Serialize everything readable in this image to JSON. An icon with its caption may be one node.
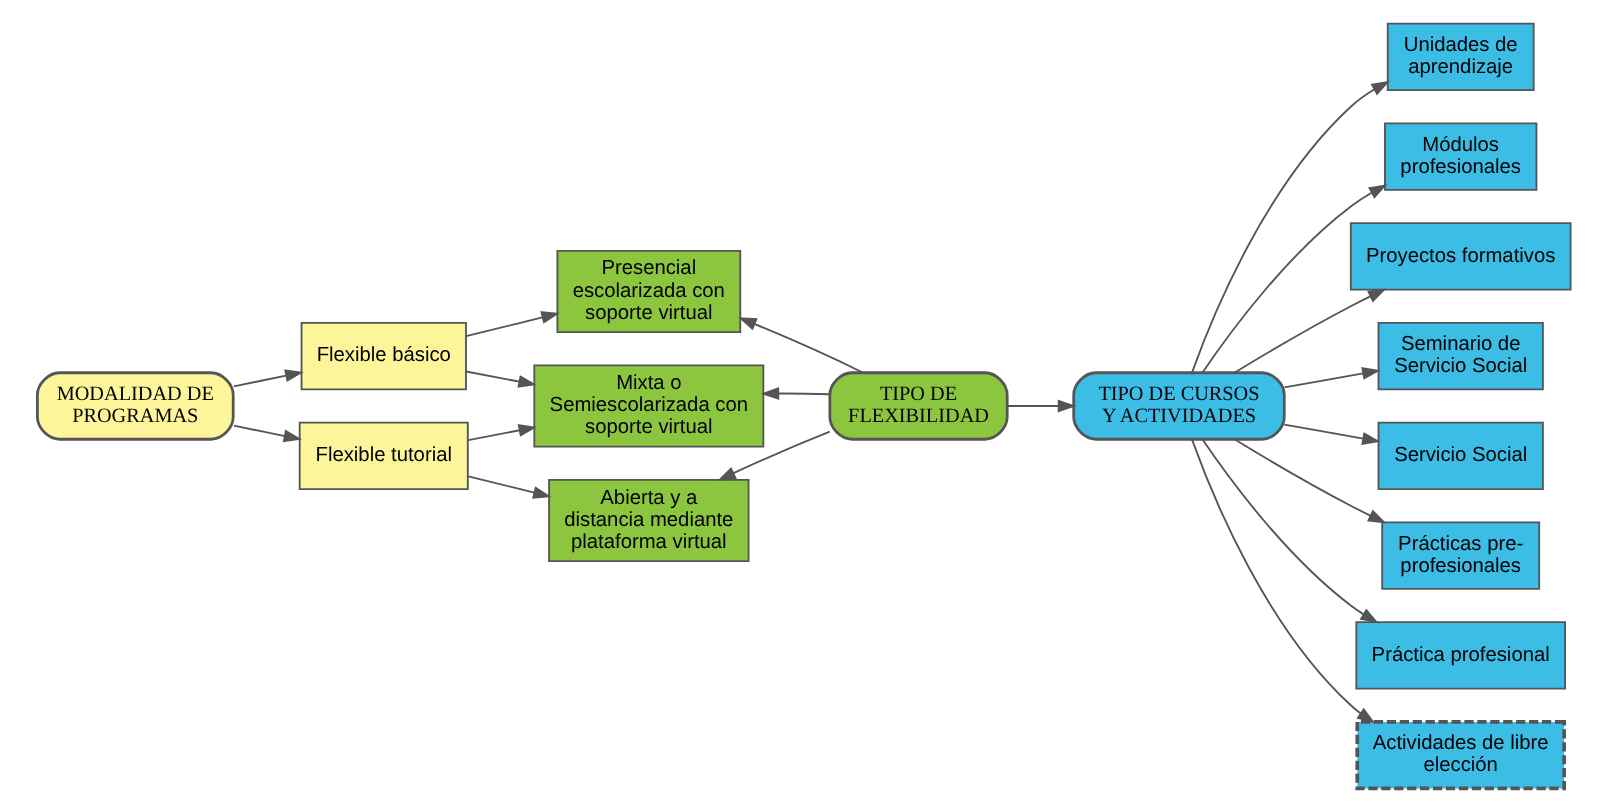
{
  "diagram": {
    "nodes": [
      {
        "text": [
          "MODALIDAD DE PROGRAMAS"
        ]
      },
      {
        "text": [
          "Flexible básico"
        ]
      },
      {
        "text": [
          "Flexible tutorial"
        ]
      },
      {
        "text": [
          "Presencial escolarizada con soporte virtual"
        ]
      },
      {
        "text": [
          "Mixta o Semiescolarizada con soporte virtual"
        ]
      },
      {
        "text": [
          "Abierta y a distancia mediante plataforma virtual"
        ]
      },
      {
        "text": [
          "TIPO DE FLEXIBILIDAD"
        ]
      },
      {
        "text": [
          "TIPO DE CURSOS Y ACTIVIDADES"
        ]
      },
      {
        "text": [
          "Unidades de aprendizaje"
        ]
      },
      {
        "text": [
          "Módulos profesionales"
        ]
      },
      {
        "text": [
          "Proyectos formativos"
        ]
      },
      {
        "text": [
          "Seminario de Servicio Social"
        ]
      },
      {
        "text": [
          "Servicio Social"
        ]
      },
      {
        "text": [
          "Prácticas pre-profesionales"
        ]
      },
      {
        "text": [
          "Práctica profesional"
        ]
      },
      {
        "text": [
          "Actividades de libre elección"
        ]
      }
    ],
    "edges": [
      {
        "from": 0,
        "to": 1,
        "arrow": "to"
      },
      {
        "from": 0,
        "to": 2,
        "arrow": "to"
      },
      {
        "from": 1,
        "to": 3,
        "arrow": "to"
      },
      {
        "from": 1,
        "to": 4,
        "arrow": "to"
      },
      {
        "from": 2,
        "to": 4,
        "arrow": "to"
      },
      {
        "from": 2,
        "to": 5,
        "arrow": "to"
      },
      {
        "from": 6,
        "to": 3,
        "arrow": "to"
      },
      {
        "from": 6,
        "to": 4,
        "arrow": "to"
      },
      {
        "from": 6,
        "to": 5,
        "arrow": "to"
      },
      {
        "from": 6,
        "to": 7,
        "arrow": "to"
      },
      {
        "from": 7,
        "to": 8,
        "arrow": "to"
      },
      {
        "from": 7,
        "to": 9,
        "arrow": "to"
      },
      {
        "from": 7,
        "to": 10,
        "arrow": "to"
      },
      {
        "from": 7,
        "to": 11,
        "arrow": "to"
      },
      {
        "from": 7,
        "to": 12,
        "arrow": "to"
      },
      {
        "from": 7,
        "to": 13,
        "arrow": "to"
      },
      {
        "from": 7,
        "to": 14,
        "arrow": "to"
      },
      {
        "from": 7,
        "to": 15,
        "arrow": "to"
      }
    ]
  }
}
